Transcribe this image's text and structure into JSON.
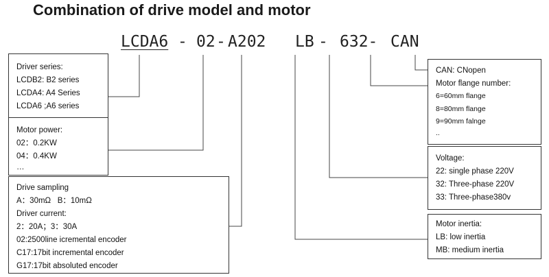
{
  "title": "Combination of drive model and motor",
  "model_code": [
    "LCDA6",
    "-",
    "02",
    "-",
    "A202",
    "LB",
    "-",
    "632-",
    "CAN"
  ],
  "boxes": {
    "driver_series": {
      "lines": [
        "Driver series:",
        "LCDB2: B2 series",
        "LCDA4: A4 Series",
        "LCDA6 ;A6 series"
      ]
    },
    "motor_power": {
      "lines": [
        "Motor power:",
        "02：0.2KW",
        "04：0.4KW",
        "…"
      ]
    },
    "drive_sampling": {
      "lines": [
        "Drive sampling",
        "A：30mΩ   B：10mΩ",
        "Driver current:",
        "2：20A；3：30A",
        "02:2500line icremental encoder",
        "C17:17bit incremental encoder",
        "G17:17bit absoluted encoder"
      ]
    },
    "can_flange": {
      "lines": [
        "CAN: CNopen",
        "Motor flange number:",
        "6=60mm flange",
        "8=80mm flange",
        "9=90mm falnge",
        ".."
      ]
    },
    "voltage": {
      "lines": [
        "Voltage:",
        "22: single phase 220V",
        "32: Three-phase 220V",
        "33: Three-phase380v"
      ]
    },
    "motor_inertia": {
      "lines": [
        "Motor inertia:",
        "LB: low inertia",
        "MB: medium inertia"
      ]
    }
  }
}
